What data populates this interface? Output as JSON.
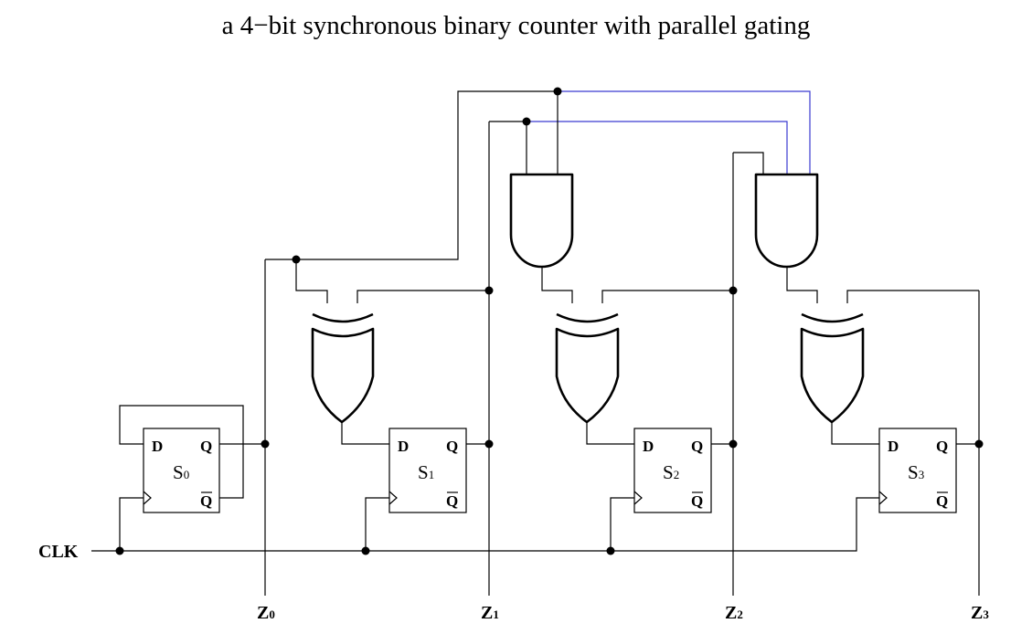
{
  "title": "a 4−bit synchronous binary counter with parallel gating",
  "flip_flops": [
    {
      "name": "S",
      "index": "0",
      "d": "D",
      "q": "Q",
      "qbar": "Q"
    },
    {
      "name": "S",
      "index": "1",
      "d": "D",
      "q": "Q",
      "qbar": "Q"
    },
    {
      "name": "S",
      "index": "2",
      "d": "D",
      "q": "Q",
      "qbar": "Q"
    },
    {
      "name": "S",
      "index": "3",
      "d": "D",
      "q": "Q",
      "qbar": "Q"
    }
  ],
  "clock_label": "CLK",
  "outputs": [
    {
      "name": "Z",
      "index": "0"
    },
    {
      "name": "Z",
      "index": "1"
    },
    {
      "name": "Z",
      "index": "2"
    },
    {
      "name": "Z",
      "index": "3"
    }
  ],
  "colors": {
    "wire": "#000000",
    "highlight_wire": "#3a3ad0",
    "background": "#ffffff"
  }
}
